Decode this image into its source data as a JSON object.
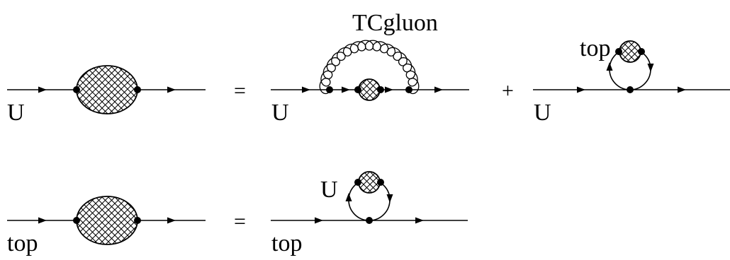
{
  "diagram": {
    "rows": [
      {
        "lhs_label": "U",
        "equals": "=",
        "terms": [
          {
            "quark_label": "U",
            "exchange_label": "TCgluon"
          },
          {
            "plus": "+",
            "quark_label": "U",
            "loop_label": "top"
          }
        ]
      },
      {
        "lhs_label": "top",
        "equals": "=",
        "terms": [
          {
            "quark_label": "top",
            "loop_label": "U"
          }
        ]
      }
    ]
  }
}
